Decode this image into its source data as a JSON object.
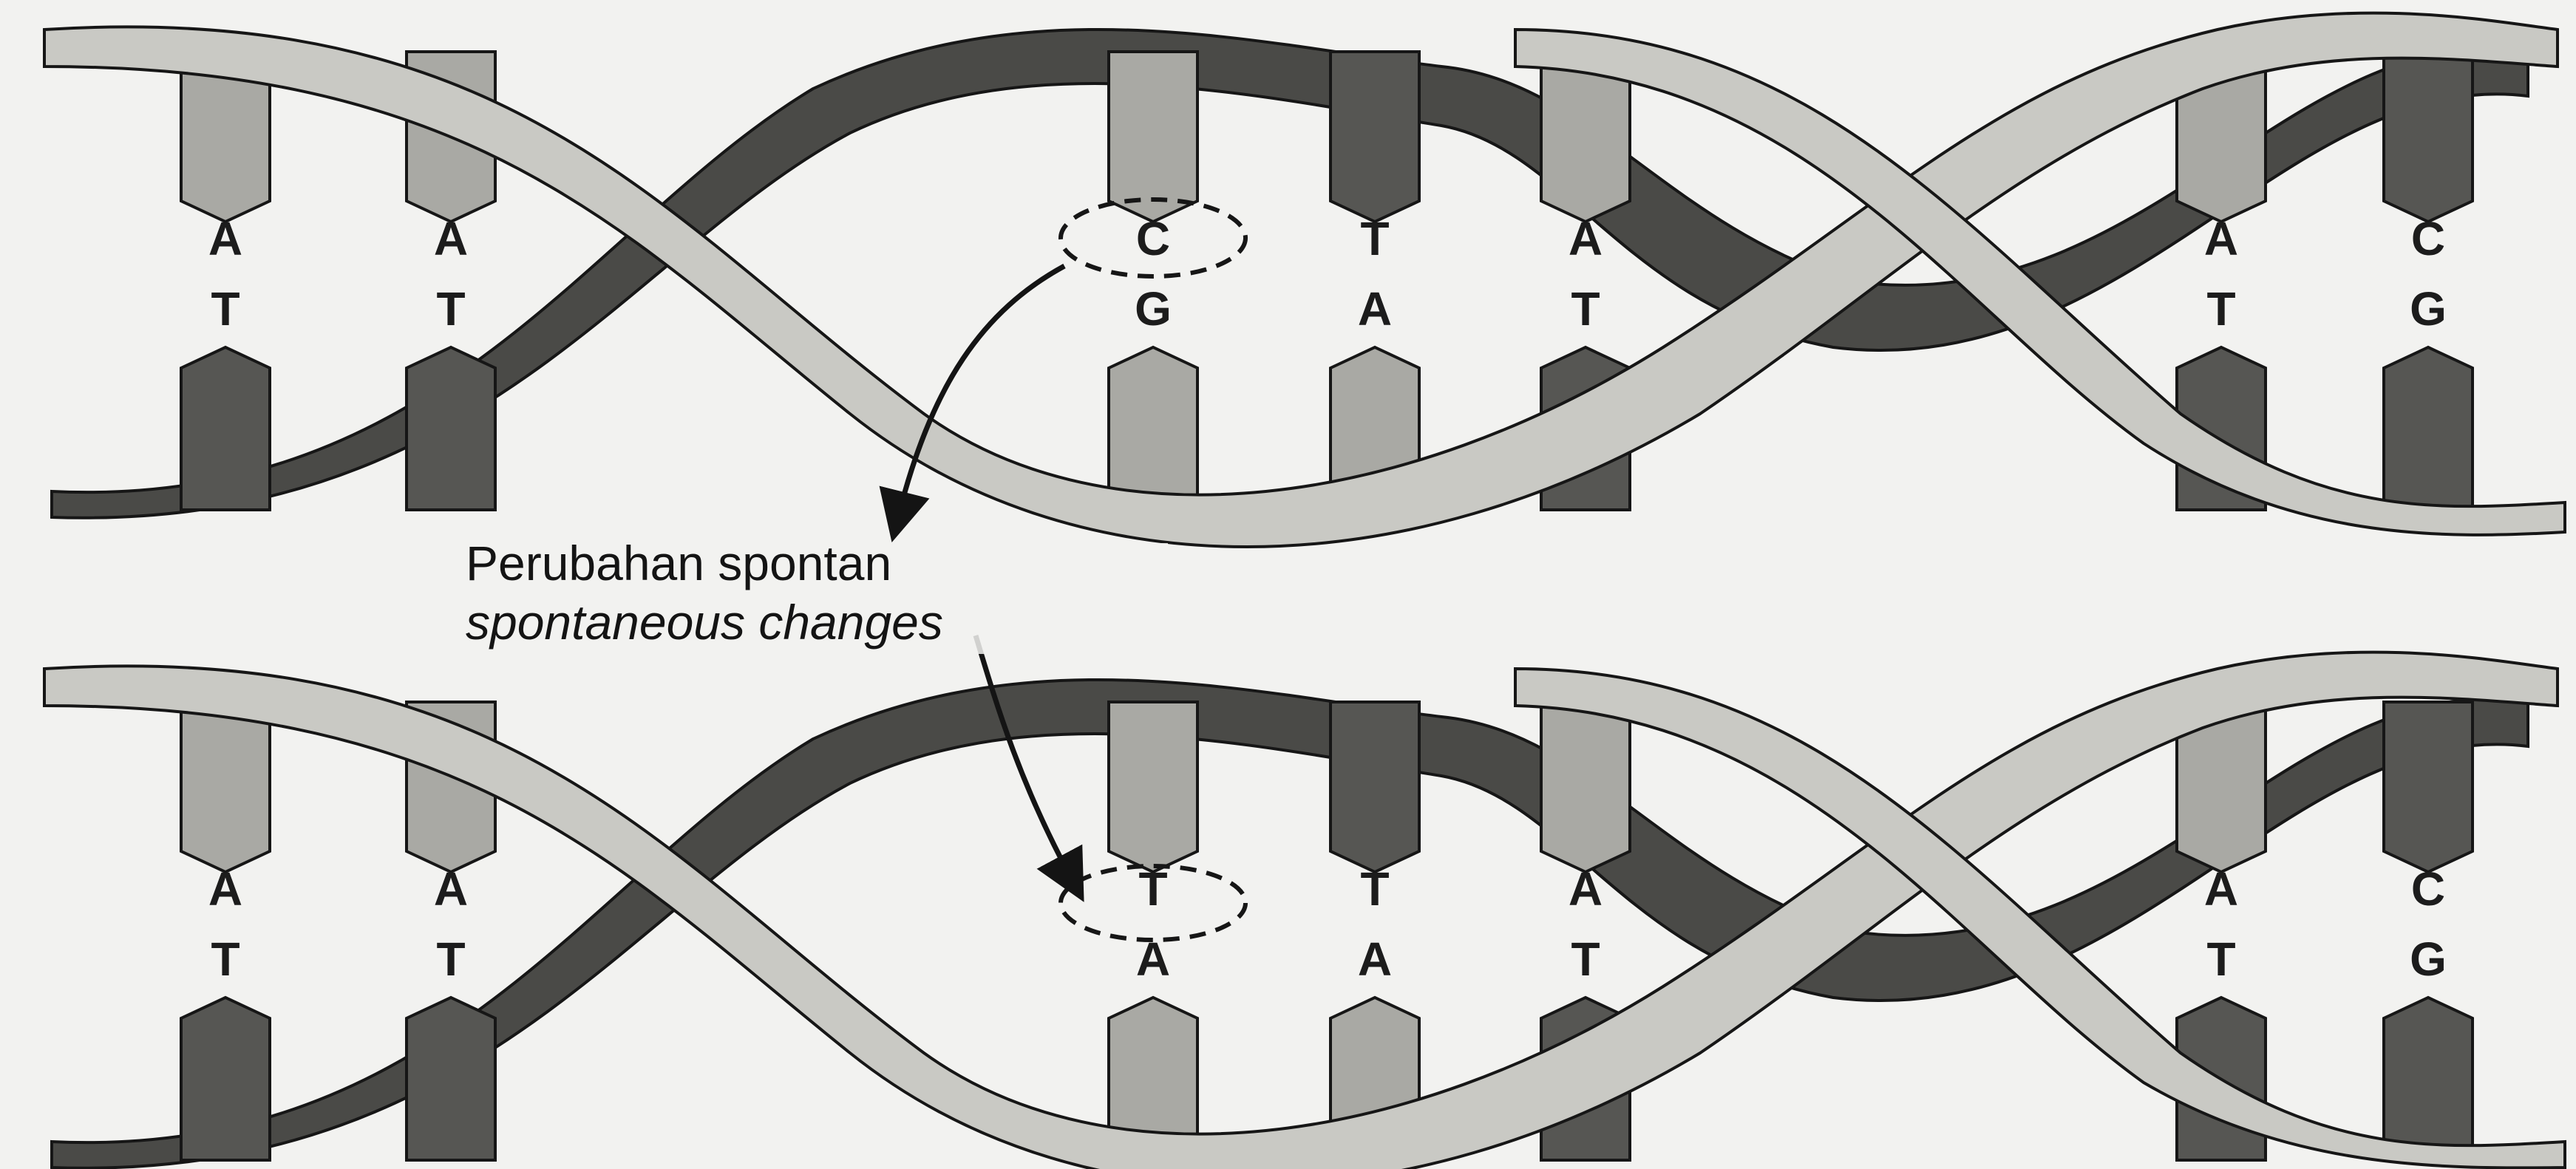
{
  "caption": {
    "line1": "Perubahan spontan",
    "line2": "spontaneous changes"
  },
  "original_helix": {
    "top_bases": [
      "A",
      "A",
      "C",
      "T",
      "A",
      "A",
      "C"
    ],
    "bottom_bases": [
      "T",
      "T",
      "G",
      "A",
      "T",
      "T",
      "G"
    ],
    "highlighted_base_index": 2
  },
  "mutated_helix": {
    "top_bases": [
      "A",
      "A",
      "T",
      "T",
      "A",
      "A",
      "C"
    ],
    "bottom_bases": [
      "T",
      "T",
      "A",
      "A",
      "T",
      "T",
      "G"
    ],
    "highlighted_base_index": 2
  },
  "colors": {
    "background": "#f2f2f0",
    "light_strand": "#c9c9c4",
    "dark_strand": "#4a4a47",
    "light_block": "#a9a9a4",
    "dark_block": "#565653",
    "outline": "#161616"
  }
}
